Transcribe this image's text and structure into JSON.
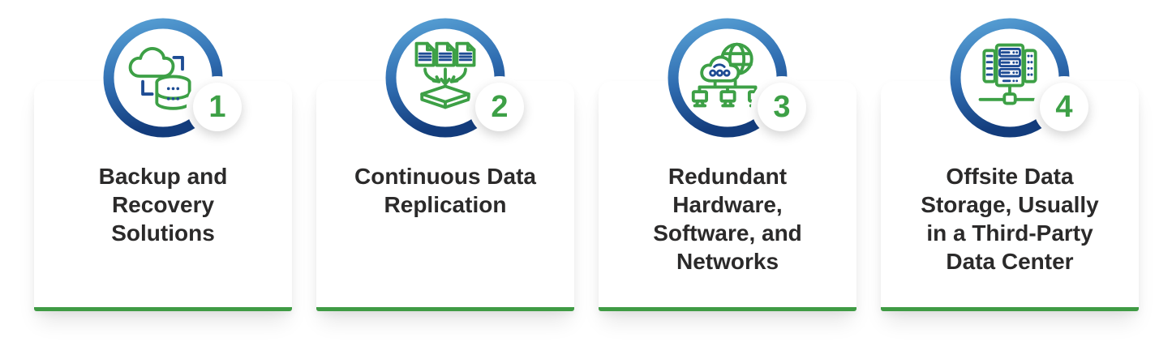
{
  "colors": {
    "green": "#3DA046",
    "underline_green": "#3F9B44",
    "icon_blue": "#1E4C94",
    "ring_gradient_top": "#58A1D5",
    "ring_gradient_mid": "#2F6CB0",
    "ring_gradient_bottom": "#133C7C",
    "title_text": "#2B2A2A",
    "card_background": "#FFFFFF"
  },
  "cards": [
    {
      "number": "1",
      "title": "Backup and\nRecovery\nSolutions",
      "icon": "cloud-database-backup-icon"
    },
    {
      "number": "2",
      "title": "Continuous Data\nReplication",
      "icon": "documents-replication-icon"
    },
    {
      "number": "3",
      "title": "Redundant\nHardware,\nSoftware, and\nNetworks",
      "icon": "cloud-globe-network-icon"
    },
    {
      "number": "4",
      "title": "Offsite Data\nStorage, Usually\nin a Third-Party\nData Center",
      "icon": "server-rack-icon"
    }
  ]
}
